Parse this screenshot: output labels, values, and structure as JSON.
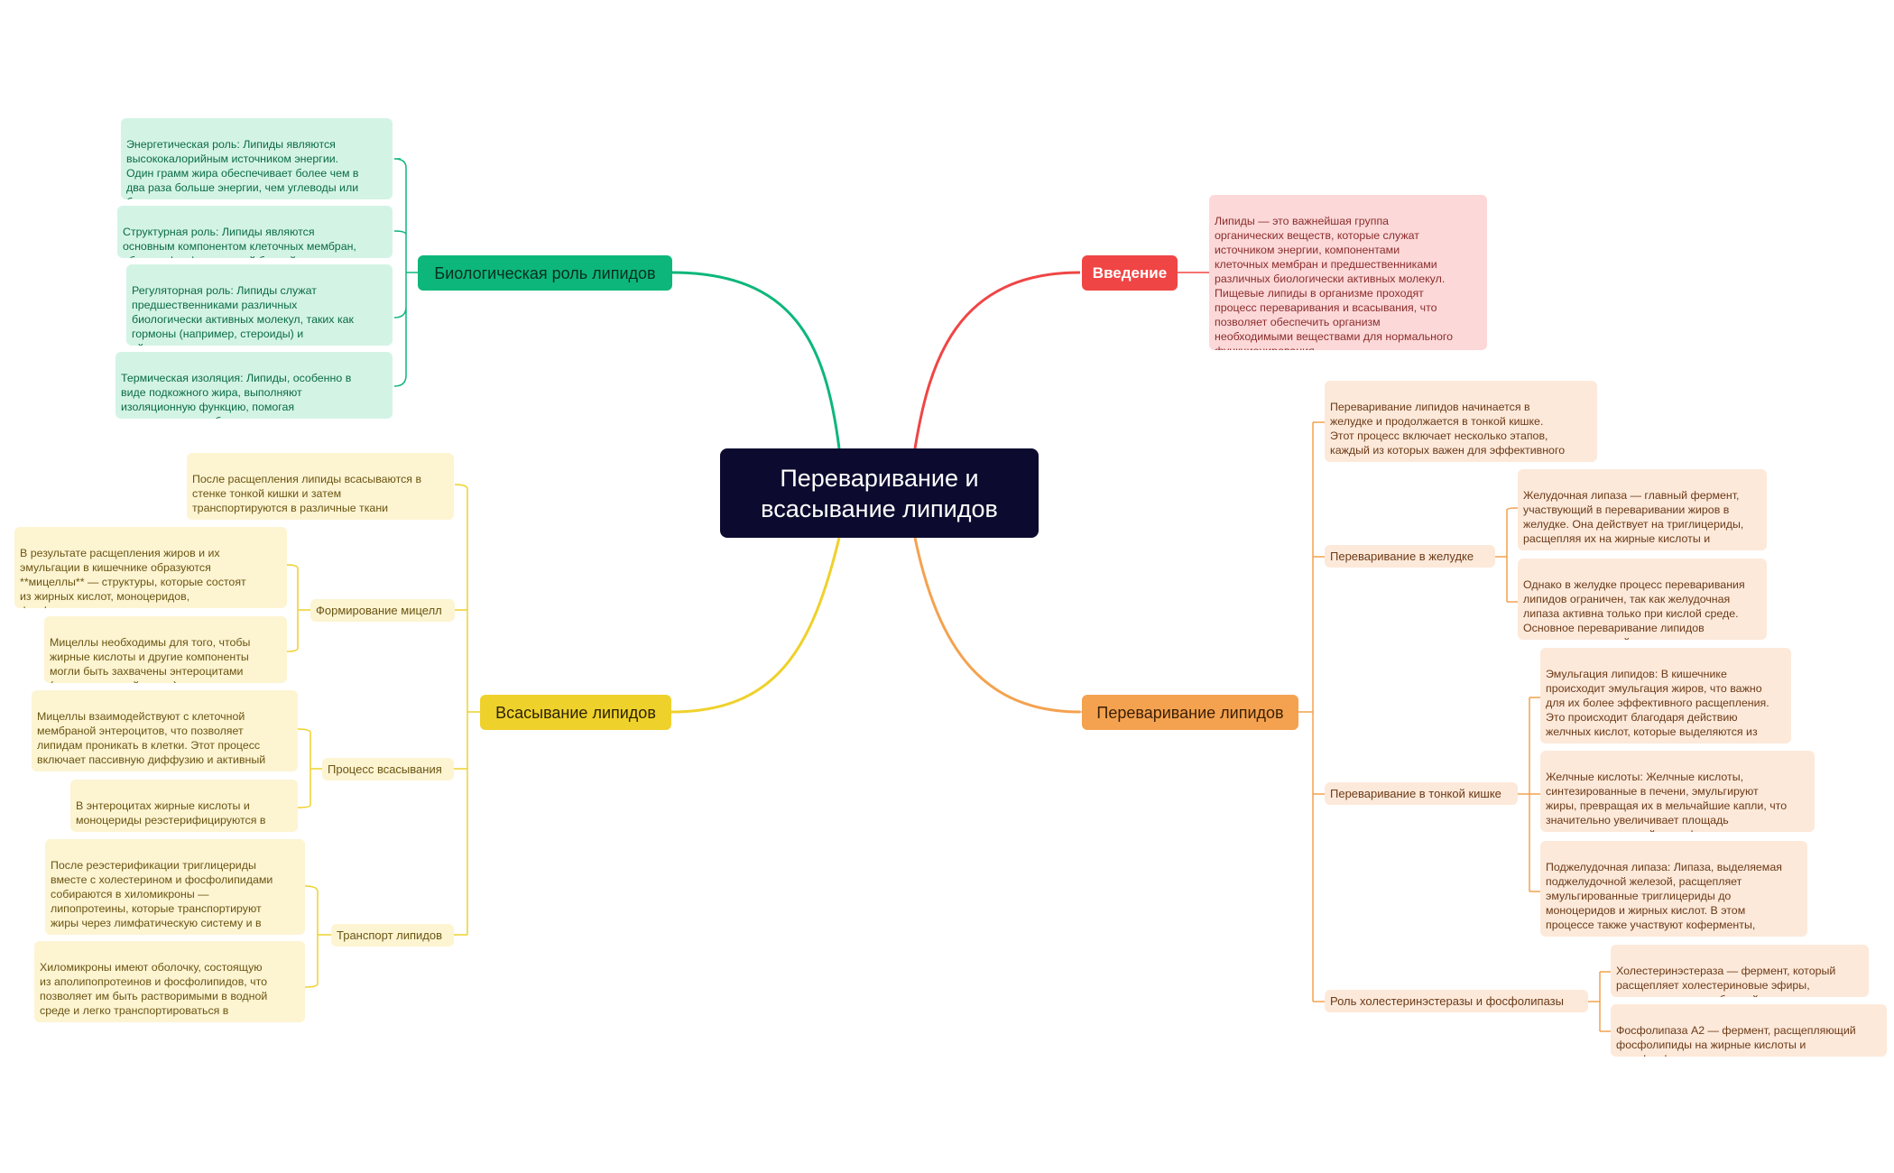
{
  "central": {
    "title": "Переваривание и\nвсасывание липидов"
  },
  "colors": {
    "green": "#0db77b",
    "red": "#f04545",
    "orange": "#f4a24f",
    "yellow": "#efd12b",
    "central_bg": "#0c0b2f"
  },
  "branches": {
    "bio": {
      "label": "Биологическая роль липидов",
      "notes": [
        "Энергетическая роль: Липиды являются\nвысококалорийным источником энергии.\nОдин грамм жира обеспечивает более чем в\nдва раза больше энергии, чем углеводы или\nбелки.",
        "Структурная роль: Липиды являются\nосновным компонентом клеточных мембран,\nобразуя фосфолипидный бислой.",
        "Регуляторная роль: Липиды служат\nпредшественниками различных\nбиологически активных молекул, таких как\nгормоны (например, стероиды) и\nэйкозаноиды.",
        "Термическая изоляция: Липиды, особенно в\nвиде подкожного жира, выполняют\nизоляционную функцию, помогая\nподдерживать стабильную температуру тела."
      ]
    },
    "intro": {
      "label": "Введение",
      "note": "Липиды — это важнейшая группа\nорганических веществ, которые служат\nисточником энергии, компонентами\nклеточных мембран и предшественниками\nразличных биологически активных молекул.\nПищевые липиды в организме проходят\nпроцесс переваривания и всасывания, что\nпозволяет обеспечить организм\nнеобходимыми веществами для нормального\nфункционирования."
    },
    "absorb": {
      "label": "Всасывание липидов",
      "note_top": "После расщепления липиды всасываются в\nстенке тонкой кишки и затем\nтранспортируются в различные ткани\nорганизма.",
      "micelle": {
        "label": "Формирование мицелл",
        "notes": [
          "В результате расщепления жиров и их\nэмульгации в кишечнике образуются\n**мицеллы** — структуры, которые состоят\nиз жирных кислот, моноцеридов,\nфосфолипидов и желчных кислот.",
          "Мицеллы необходимы для того, чтобы\nжирные кислоты и другие компоненты\nмогли быть захвачены энтероцитами\n(клетками тонкой кишки)."
        ]
      },
      "process": {
        "label": "Процесс всасывания",
        "notes": [
          "Мицеллы взаимодействуют с клеточной\nмембраной энтероцитов, что позволяет\nлипидам проникать в клетки. Этот процесс\nвключает пассивную диффузию и активный\nтранспорт.",
          "В энтероцитах жирные кислоты и\nмоноцериды реэстерифицируются в\nтриглицериды."
        ]
      },
      "transport": {
        "label": "Транспорт липидов",
        "notes": [
          "После реэстерификации триглицериды\nвместе с холестерином и фосфолипидами\nсобираются в хиломикроны —\nлипопротеины, которые транспортируют\nжиры через лимфатическую систему и в\nконечном итоге в кровоток.",
          "Хиломикроны имеют оболочку, состоящую\nиз аполипопротеинов и фосфолипидов, что\nпозволяет им быть растворимыми в водной\nсреде и легко транспортироваться в\nорганизме."
        ]
      }
    },
    "digest": {
      "label": "Переваривание липидов",
      "note_top": "Переваривание липидов начинается в\nжелудке и продолжается в тонкой кишке.\nЭтот процесс включает несколько этапов,\nкаждый из которых важен для эффективного\nусвоения липидов организмом.",
      "stomach": {
        "label": "Переваривание в желудке",
        "notes": [
          "Желудочная липаза — главный фермент,\nучаствующий в переваривании жиров в\nжелудке. Она действует на триглицериды,\nрасщепляя их на жирные кислоты и\nмоноцериды.",
          "Однако в желудке процесс переваривания\nлипидов ограничен, так как желудочная\nлипаза активна только при кислой среде.\nОсновное переваривание липидов\nпроисходит в тонкой кишке."
        ]
      },
      "intestine": {
        "label": "Переваривание в тонкой кишке",
        "notes": [
          "Эмульгация липидов: В кишечнике\nпроисходит эмульгация жиров, что важно\nдля их более эффективного расщепления.\nЭто происходит благодаря действию\nжелчных кислот, которые выделяются из\nжелчного пузыря.",
          "Желчные кислоты: Желчные кислоты,\nсинтезированные в печени, эмульгируют\nжиры, превращая их в мельчайшие капли, что\nзначительно увеличивает площадь\nповерхности для действия ферментов.",
          "Поджелудочная липаза: Липаза, выделяемая\nподжелудочной железой, расщепляет\nэмульгированные триглицериды до\nмоноцеридов и жирных кислот. В этом\nпроцессе также участвуют коферменты,\nтакие как колипаза."
        ]
      },
      "chol": {
        "label": "Роль холестеринэстеразы и фосфолипазы",
        "notes": [
          "Холестеринэстераза — фермент, который\nрасщепляет холестериновые эфиры,\nпревращая их в свободный холестерин.",
          "Фосфолипаза А2 — фермент, расщепляющий\nфосфолипиды на жирные кислоты и\nлизофосфолипиды."
        ]
      }
    }
  }
}
